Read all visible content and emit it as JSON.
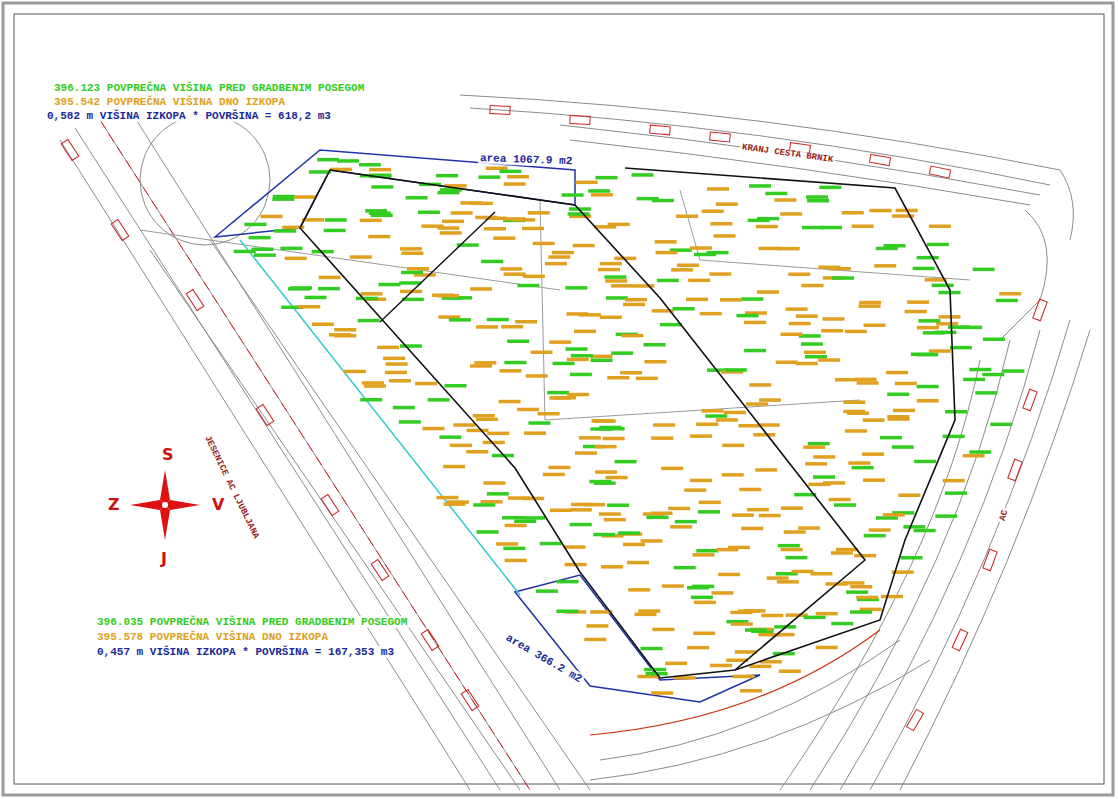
{
  "diagram": {
    "labels": [
      "396.123 POVPREČNA VIŠINA PRED GRADBENIM POSEGOM",
      "395.542 POVPREČNA VIŠINA DNO IZKOPA",
      "0,582 m VIŠINA IZKOPA * POVRŠINA = 618,2 m3",
      "area 1067.9 m2",
      "KRANJ CESTA BRNIK",
      "JESENICE AC LJUBLJANA",
      "S",
      "Z",
      "V",
      "J",
      "396.035 POVPREČNA VIŠINA PRED GRADBENIM POSEGOM",
      "395.578 POVPREČNA VIŠINA DNO IZKOPA",
      "0,457 m VIŠINA IZKOPA * POVRŠINA = 167,353 m3",
      "area 366.2 m2",
      "AC"
    ]
  }
}
